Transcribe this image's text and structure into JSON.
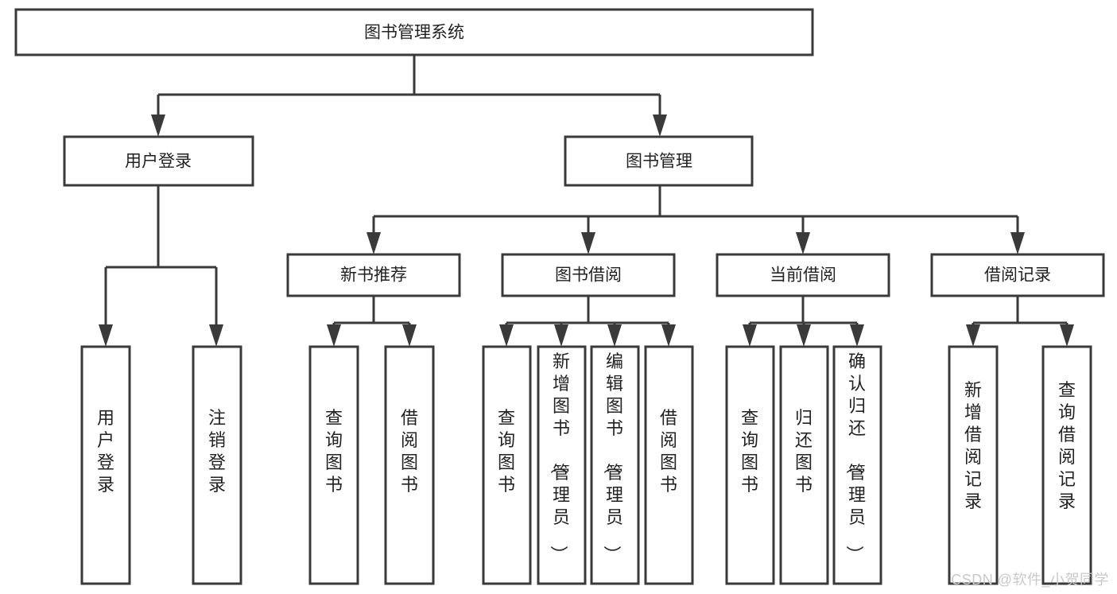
{
  "diagram": {
    "type": "tree-hierarchy",
    "title": "图书管理系统",
    "watermark": "CSDN @软件_小贺同学",
    "colors": {
      "background": "#ffffff",
      "stroke": "#3a3a3a",
      "box_fill": "#ffffff",
      "label": "#222222",
      "watermark": "#c9c9c9"
    },
    "levels": {
      "root": {
        "label": "图书管理系统",
        "orientation": "horizontal"
      },
      "level1": [
        {
          "label": "用户登录",
          "orientation": "horizontal"
        },
        {
          "label": "图书管理",
          "orientation": "horizontal"
        }
      ],
      "level2": [
        {
          "label": "新书推荐",
          "orientation": "horizontal",
          "parent": "图书管理"
        },
        {
          "label": "图书借阅",
          "orientation": "horizontal",
          "parent": "图书管理"
        },
        {
          "label": "当前借阅",
          "orientation": "horizontal",
          "parent": "图书管理"
        },
        {
          "label": "借阅记录",
          "orientation": "horizontal",
          "parent": "图书管理"
        }
      ],
      "leaves": {
        "用户登录": [
          {
            "label": "用户登录",
            "orientation": "vertical"
          },
          {
            "label": "注销登录",
            "orientation": "vertical"
          }
        ],
        "新书推荐": [
          {
            "label": "查询图书",
            "orientation": "vertical"
          },
          {
            "label": "借阅图书",
            "orientation": "vertical"
          }
        ],
        "图书借阅": [
          {
            "label": "查询图书",
            "orientation": "vertical"
          },
          {
            "label": "新增图书（管理员）",
            "orientation": "vertical"
          },
          {
            "label": "编辑图书（管理员）",
            "orientation": "vertical"
          },
          {
            "label": "借阅图书",
            "orientation": "vertical"
          }
        ],
        "当前借阅": [
          {
            "label": "查询图书",
            "orientation": "vertical"
          },
          {
            "label": "归还图书",
            "orientation": "vertical"
          },
          {
            "label": "确认归还（管理员）",
            "orientation": "vertical"
          }
        ],
        "借阅记录": [
          {
            "label": "新增借阅记录",
            "orientation": "vertical"
          },
          {
            "label": "查询借阅记录",
            "orientation": "vertical"
          }
        ]
      }
    },
    "nodes": {
      "root": {
        "label": "图书管理系统"
      },
      "n_user_login": {
        "label": "用户登录"
      },
      "n_book_mgmt": {
        "label": "图书管理"
      },
      "n_new_book_rec": {
        "label": "新书推荐"
      },
      "n_book_borrow": {
        "label": "图书借阅"
      },
      "n_current_borrow": {
        "label": "当前借阅"
      },
      "n_borrow_record": {
        "label": "借阅记录"
      },
      "l_user_login": {
        "label": "用户登录"
      },
      "l_logout": {
        "label": "注销登录"
      },
      "l_query_book_1": {
        "label": "查询图书"
      },
      "l_borrow_book_1": {
        "label": "借阅图书"
      },
      "l_query_book_2": {
        "label": "查询图书"
      },
      "l_add_book": {
        "label": "新增图书（管理员）"
      },
      "l_edit_book": {
        "label": "编辑图书（管理员）"
      },
      "l_borrow_book_2": {
        "label": "借阅图书"
      },
      "l_query_book_3": {
        "label": "查询图书"
      },
      "l_return_book": {
        "label": "归还图书"
      },
      "l_confirm_return": {
        "label": "确认归还（管理员）"
      },
      "l_add_record": {
        "label": "新增借阅记录"
      },
      "l_query_record": {
        "label": "查询借阅记录"
      }
    }
  }
}
